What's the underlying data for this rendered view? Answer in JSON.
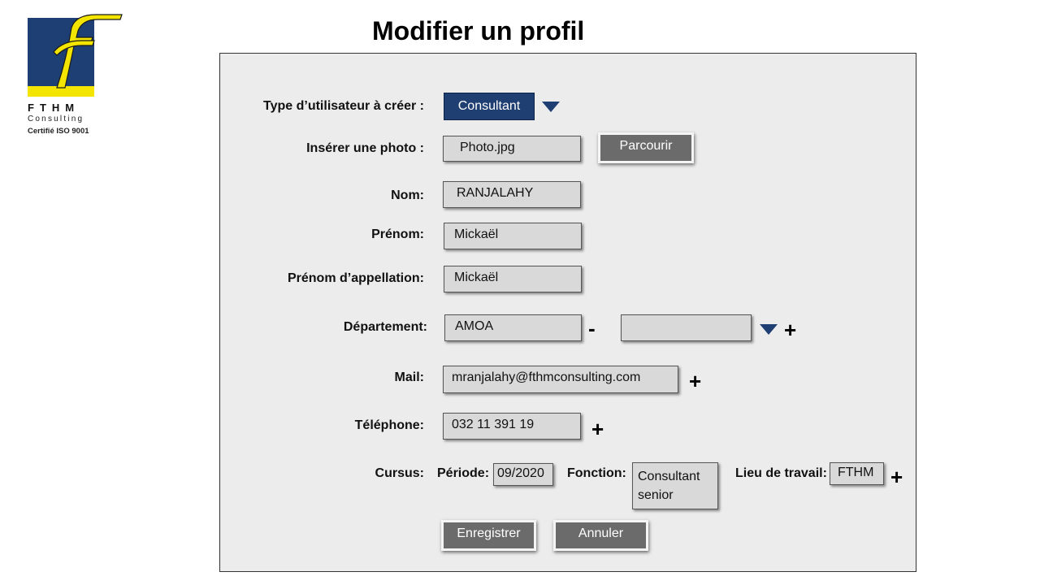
{
  "logo": {
    "letter": "F",
    "name": "FTHM",
    "subtitle": "Consulting",
    "certification": "Certifié ISO 9001"
  },
  "page_title": "Modifier un profil",
  "form": {
    "user_type": {
      "label": "Type d’utilisateur à créer :",
      "value": "Consultant"
    },
    "photo": {
      "label": "Insérer une photo :",
      "value": "Photo.jpg",
      "browse_label": "Parcourir"
    },
    "nom": {
      "label": "Nom:",
      "value": "RANJALAHY"
    },
    "prenom": {
      "label": "Prénom:",
      "value": "Mickaël"
    },
    "prenom_appellation": {
      "label": "Prénom d’appellation:",
      "value": "Mickaël"
    },
    "departement": {
      "label": "Département:",
      "value": "AMOA",
      "remove_symbol": "-",
      "second_value": "",
      "add_symbol": "+"
    },
    "mail": {
      "label": "Mail:",
      "value": "mranjalahy@fthmconsulting.com",
      "add_symbol": "+"
    },
    "telephone": {
      "label": "Téléphone:",
      "value": "032 11 391 19",
      "add_symbol": "+"
    },
    "cursus": {
      "label": "Cursus:",
      "periode_label": "Période:",
      "periode_value": "09/2020",
      "fonction_label": "Fonction:",
      "fonction_value": "Consultant senior",
      "lieu_label": "Lieu de travail:",
      "lieu_value": "FTHM",
      "add_symbol": "+"
    }
  },
  "actions": {
    "save_label": "Enregistrer",
    "cancel_label": "Annuler"
  },
  "colors": {
    "brand_blue": "#1e3f73",
    "brand_yellow": "#f3e500",
    "panel_bg": "#ececec",
    "field_bg": "#d9d9d9",
    "button_bg": "#6b6b6b"
  }
}
